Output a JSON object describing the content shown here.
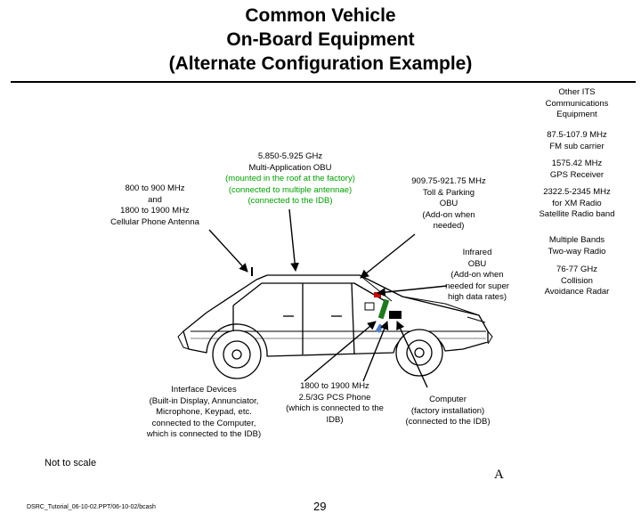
{
  "title": [
    "Common Vehicle",
    "On-Board Equipment",
    "(Alternate Configuration Example)"
  ],
  "labels": {
    "other_its": [
      "Other ITS",
      "Communications",
      "Equipment"
    ],
    "fm": [
      "87.5-107.9 MHz",
      "FM sub carrier"
    ],
    "gps": [
      "1575.42 MHz",
      "GPS Receiver"
    ],
    "xm": [
      "2322.5-2345 MHz",
      "for XM Radio",
      "Satellite Radio band"
    ],
    "twoway": [
      "Multiple Bands",
      "Two-way Radio"
    ],
    "collision": [
      "76-77 GHz",
      "Collision",
      "Avoidance Radar"
    ],
    "cellular": [
      "800 to 900 MHz",
      "and",
      "1800 to 1900 MHz",
      "Cellular Phone Antenna"
    ],
    "dsrc": {
      "lines": [
        "5.850-5.925 GHz",
        "Multi-Application OBU"
      ],
      "green_lines": [
        "(mounted in the roof at the factory)",
        "(connected to multiple antennae)",
        "(connected to the IDB)"
      ]
    },
    "toll": [
      "909.75-921.75 MHz",
      "Toll & Parking",
      "OBU",
      "(Add-on when",
      "needed)"
    ],
    "infrared": [
      "Infrared",
      "OBU",
      "(Add-on when",
      "needed for super",
      "high data rates)"
    ],
    "interface": [
      "Interface Devices",
      "(Built-in Display, Annunciator,",
      "Microphone, Keypad, etc.",
      "connected to the Computer,",
      "which is connected to the IDB)"
    ],
    "pcs": [
      "1800 to 1900 MHz",
      "2.5/3G PCS Phone",
      "(which is connected to the",
      "IDB)"
    ],
    "computer": [
      "Computer",
      "(factory installation)",
      "(connected to the IDB)"
    ]
  },
  "footer": {
    "scale_note": "Not to scale",
    "file": "DSRC_Tutorial_06-10-02.PPT/06-10-02/bcash",
    "page": "29",
    "mark": "A"
  },
  "colors": {
    "accent_green": "#00a000",
    "antenna_red": "#cc0000",
    "module_blue": "#4f7fd0",
    "module_green": "#1e7a1e"
  }
}
